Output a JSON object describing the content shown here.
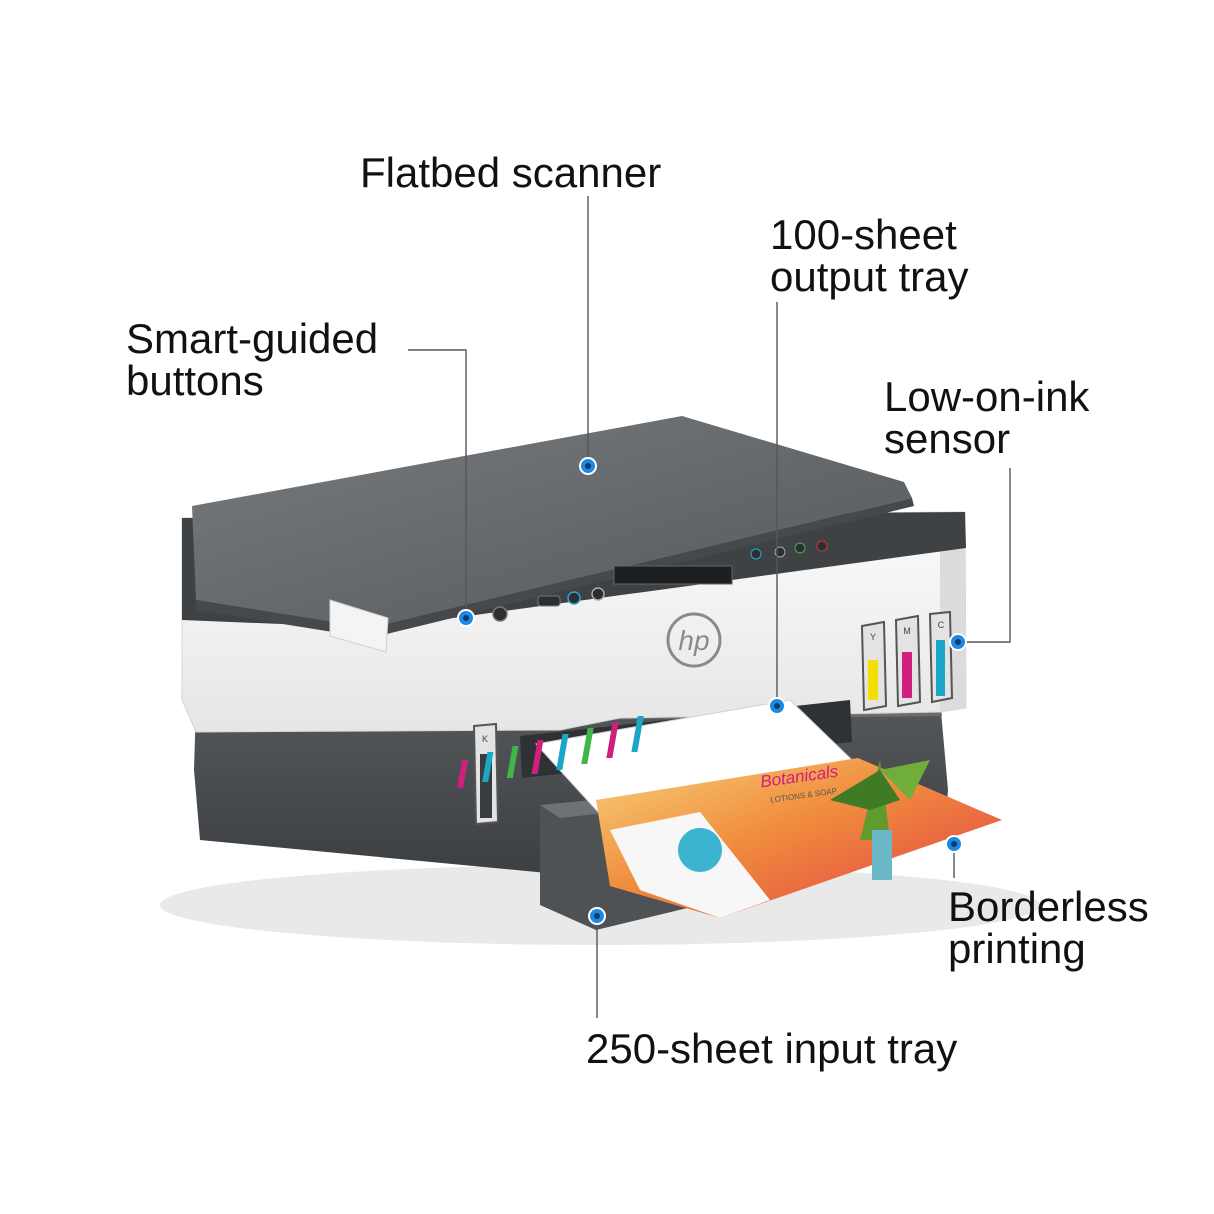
{
  "callouts": {
    "flatbed_scanner": "Flatbed scanner",
    "output_tray": "100-sheet\noutput tray",
    "smart_buttons": "Smart-guided\nbuttons",
    "low_ink_sensor": "Low-on-ink\nsensor",
    "borderless_printing": "Borderless\nprinting",
    "input_tray": "250-sheet input tray"
  },
  "printer": {
    "logo_text": "hp",
    "tank_letters": [
      "Y",
      "M",
      "C",
      "K"
    ],
    "paper_headline": "Botanicals",
    "paper_subline": "LOTIONS & SOAP"
  },
  "colors": {
    "callout_marker": "#1e88e5",
    "leader_line": "#555555",
    "lid": "#5f6366",
    "body": "#f2f2f2",
    "base": "#4a4d50",
    "yellow_ink": "#f4e000",
    "magenta_ink": "#d01f7c",
    "cyan_ink": "#1aa8c8"
  }
}
